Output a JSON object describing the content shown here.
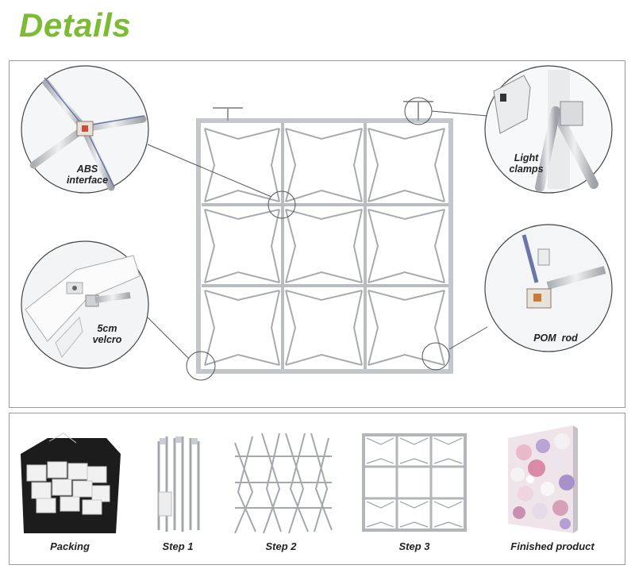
{
  "header": {
    "title": "Details"
  },
  "callouts": {
    "abs": {
      "line1": "ABS",
      "line2": "interface"
    },
    "light": {
      "line1": "Light",
      "line2": "clamps"
    },
    "velcro": {
      "line1": "5cm",
      "line2": "velcro"
    },
    "pom": {
      "label": "POM  rod"
    }
  },
  "steps": [
    {
      "label": "Packing"
    },
    {
      "label": "Step 1"
    },
    {
      "label": "Step 2"
    },
    {
      "label": "Step 3"
    },
    {
      "label": "Finished product"
    }
  ],
  "colors": {
    "accent": "#7dbb35",
    "frame": "#c9ccd0",
    "border": "#9a9a9a"
  }
}
